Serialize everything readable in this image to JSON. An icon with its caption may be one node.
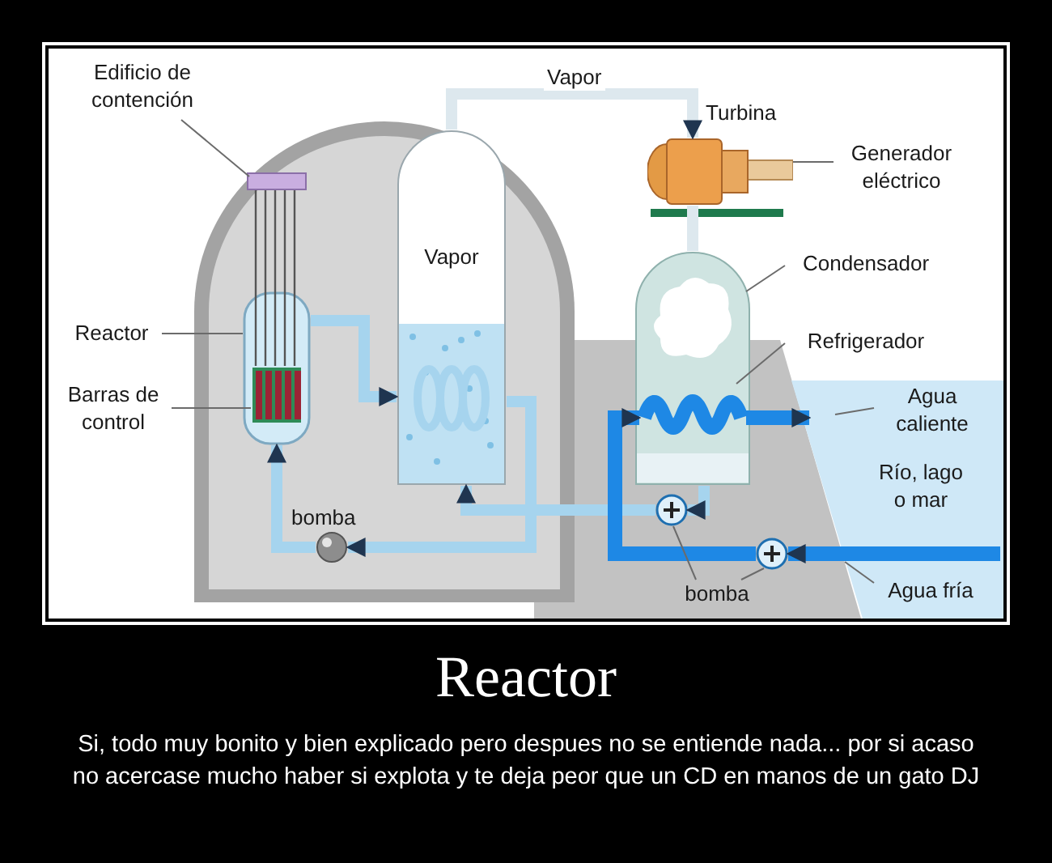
{
  "diagram": {
    "title": "Reactor",
    "caption": "Si, todo muy bonito y bien explicado pero despues no se entiende nada... por si acaso no acercase mucho haber si explota y te deja peor que un CD en manos de un gato DJ",
    "nodes": [
      {
        "text": [
          "Edificio de contención"
        ]
      },
      {
        "text": [],
        "shape": "dome"
      },
      {
        "text": [
          "Reactor"
        ]
      },
      {
        "text": [],
        "shape": "cylinder",
        "in": 1
      },
      {
        "text": [
          "Barras de control"
        ]
      },
      {
        "text": [],
        "shape": "bar",
        "in": 3
      },
      {
        "text": [
          "Vapor"
        ],
        "in": 1
      },
      {
        "text": [],
        "shape": "circle",
        "beside": [
          "bomba"
        ],
        "in": 1
      },
      {
        "text": [],
        "shape": "picture",
        "beside": [
          "Turbina"
        ]
      },
      {
        "text": [
          "Generador eléctrico"
        ]
      },
      {
        "text": [],
        "shape": "cylinder"
      },
      {
        "text": [
          "Condensador"
        ]
      },
      {
        "text": [
          "Refrigerador"
        ]
      },
      {
        "text": [],
        "shape": "coil",
        "in": 10
      },
      {
        "text": [
          "Río, lago o mar"
        ]
      },
      {
        "text": [
          "Agua caliente"
        ],
        "in": 14
      },
      {
        "text": [
          "bomba"
        ]
      },
      {
        "text": [],
        "shape": "circle"
      },
      {
        "text": [],
        "shape": "circle"
      },
      {
        "text": [
          "Agua fría"
        ],
        "in": 14
      }
    ],
    "edges": [
      {
        "from": 0,
        "to": 1,
        "arrow": "none"
      },
      {
        "from": 2,
        "to": 3,
        "arrow": "none"
      },
      {
        "from": 4,
        "to": 5,
        "arrow": "none"
      },
      {
        "from": 3,
        "to": 6,
        "arrow": "to",
        "style": "thick",
        "color": "#a6d4ee"
      },
      {
        "from": 6,
        "to": 7,
        "arrow": "to",
        "style": "thick",
        "color": "#a6d4ee"
      },
      {
        "from": 7,
        "to": 3,
        "arrow": "to",
        "style": "thick",
        "color": "#a6d4ee"
      },
      {
        "from": 6,
        "to": 8,
        "arrow": "to",
        "label": "Vapor",
        "style": "thick",
        "color": "#dde8ee"
      },
      {
        "from": 8,
        "to": 10,
        "arrow": "none",
        "style": "thick",
        "color": "#dde8ee"
      },
      {
        "from": 10,
        "to": 17,
        "arrow": "to",
        "style": "thick",
        "color": "#a6d4ee"
      },
      {
        "from": 17,
        "to": 6,
        "arrow": "to",
        "style": "thick",
        "color": "#a6d4ee"
      },
      {
        "from": 9,
        "to": 8,
        "arrow": "none"
      },
      {
        "from": 11,
        "to": 10,
        "arrow": "none"
      },
      {
        "from": 12,
        "to": 13,
        "arrow": "none"
      },
      {
        "from": 18,
        "to": 13,
        "arrow": "to",
        "style": "thick",
        "color": "#1e88e5"
      },
      {
        "from": 13,
        "to": 14,
        "arrow": "to",
        "style": "thick",
        "color": "#1e88e5"
      },
      {
        "from": 15,
        "to": 14,
        "arrow": "none"
      },
      {
        "from": 14,
        "to": 18,
        "arrow": "to",
        "style": "thick",
        "color": "#1e88e5"
      },
      {
        "from": 16,
        "to": 17,
        "arrow": "none"
      },
      {
        "from": 16,
        "to": 18,
        "arrow": "none"
      },
      {
        "from": 19,
        "to": 14,
        "arrow": "none"
      }
    ]
  }
}
